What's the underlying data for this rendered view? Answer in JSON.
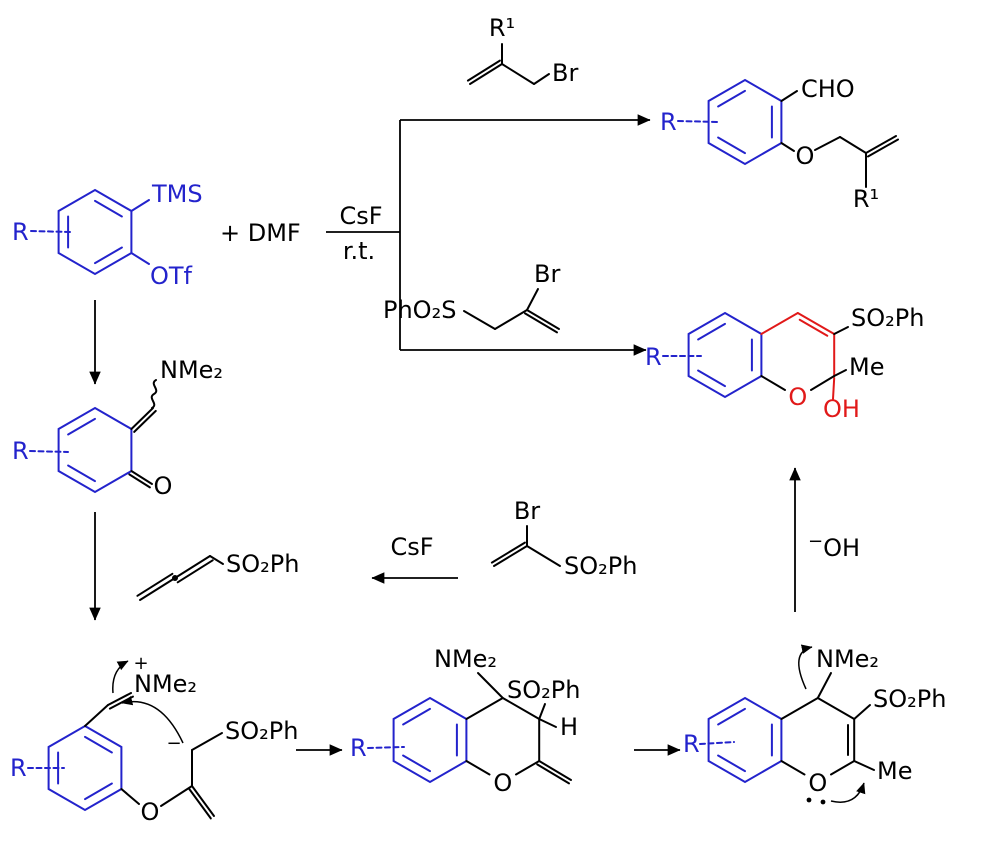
{
  "colors": {
    "blue": "#2323cc",
    "red": "#e11919",
    "black": "#000000",
    "background": "#ffffff"
  },
  "labels": {
    "precursor": {
      "r": "R",
      "tms": "TMS",
      "otf": "OTf"
    },
    "plus_dmf": "+ DMF",
    "conditions": {
      "reagent": "CsF",
      "temp": "r.t."
    },
    "methallyl_bromide": {
      "r1": "R¹",
      "br": "Br"
    },
    "allyl_ether_product": {
      "r": "R",
      "cho": "CHO",
      "o": "O",
      "r1": "R¹"
    },
    "bromoallyl_sulfone_top": {
      "pho2s": "PhO₂S",
      "br": "Br"
    },
    "chromenol_product": {
      "r": "R",
      "so2ph": "SO₂Ph",
      "me": "Me",
      "o": "O",
      "oh": "OH"
    },
    "quinone_methide": {
      "r": "R",
      "nme2": "NMe₂",
      "o": "O"
    },
    "allene_sulfone": {
      "so2ph": "SO₂Ph"
    },
    "csf_step": {
      "reagent": "CsF"
    },
    "bromoallyl_sulfone_mid": {
      "br": "Br",
      "so2ph": "SO₂Ph"
    },
    "hydroxide": {
      "charge": "−",
      "label": "OH"
    },
    "iminium_intermediate": {
      "r": "R",
      "nme2": "NMe₂",
      "plus": "+",
      "minus": "−",
      "o": "O",
      "so2ph": "SO₂Ph"
    },
    "aminochroman_intermediate": {
      "r": "R",
      "nme2": "NMe₂",
      "so2ph": "SO₂Ph",
      "h": "H",
      "o": "O"
    },
    "enol_ether_intermediate": {
      "r": "R",
      "nme2": "NMe₂",
      "so2ph": "SO₂Ph",
      "me": "Me",
      "o": "O"
    }
  }
}
